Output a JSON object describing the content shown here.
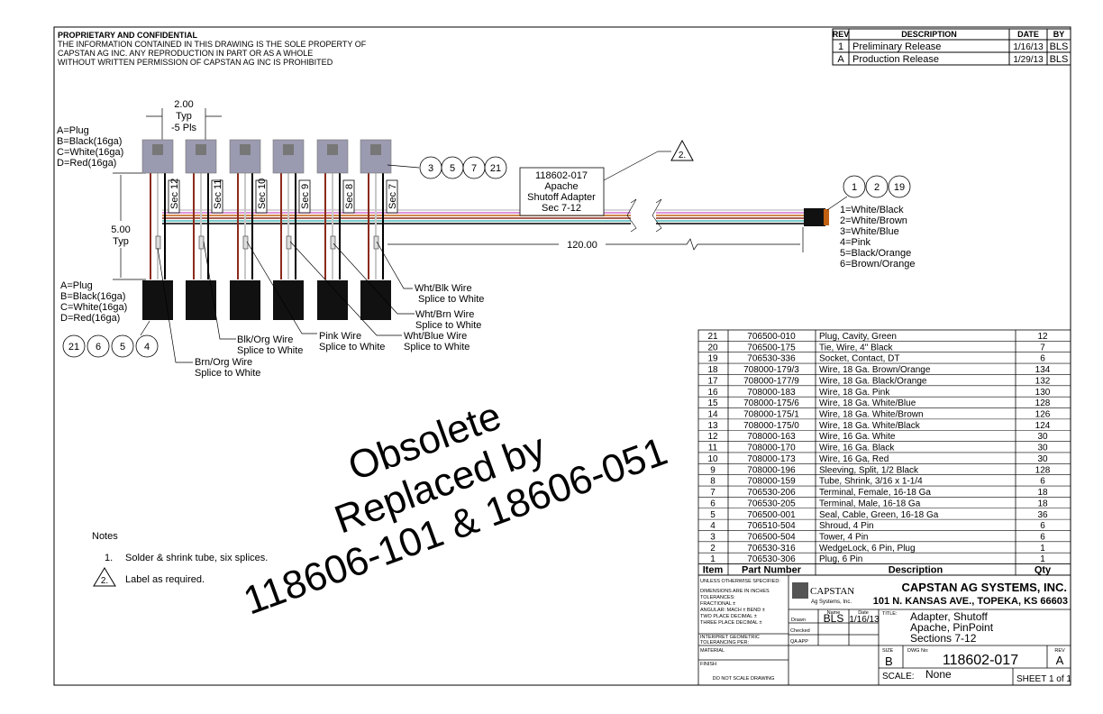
{
  "header": {
    "title": "PROPRIETARY AND CONFIDENTIAL",
    "lines": [
      "THE INFORMATION CONTAINED IN THIS DRAWING IS THE SOLE PROPERTY OF",
      "CAPSTAN AG INC. ANY REPRODUCTION IN PART OR AS A WHOLE",
      "WITHOUT WRITTEN PERMISSION OF CAPSTAN AG INC IS PROHIBITED"
    ]
  },
  "revisions": {
    "headers": [
      "REV",
      "DESCRIPTION",
      "DATE",
      "BY"
    ],
    "rows": [
      [
        "1",
        "Preliminary Release",
        "1/16/13",
        "BLS"
      ],
      [
        "A",
        "Production Release",
        "1/29/13",
        "BLS"
      ]
    ]
  },
  "diagram": {
    "dim_top": [
      "2.00",
      "Typ",
      "-5 Pls"
    ],
    "dim_side": [
      "5.00",
      "Typ"
    ],
    "top_legend": [
      "A=Plug",
      "B=Black(16ga)",
      "C=White(16ga)",
      "D=Red(16ga)"
    ],
    "bottom_legend": [
      "A=Plug",
      "B=Black(16ga)",
      "C=White(16ga)",
      "D=Red(16ga)"
    ],
    "sections": [
      "Sec 12",
      "Sec 11",
      "Sec 10",
      "Sec 9",
      "Sec 8",
      "Sec 7"
    ],
    "top_balloons": [
      "3",
      "5",
      "7",
      "21"
    ],
    "bottom_balloons": [
      "21",
      "6",
      "5",
      "4"
    ],
    "right_balloons": [
      "1",
      "2",
      "19"
    ],
    "label_note": "2.",
    "label_box": [
      "118602-017",
      "Apache",
      "Shutoff Adapter",
      "Sec 7-12"
    ],
    "length": "120.00",
    "pinout": [
      "1=White/Black",
      "2=White/Brown",
      "3=White/Blue",
      "4=Pink",
      "5=Black/Orange",
      "6=Brown/Orange"
    ],
    "callouts": [
      [
        "Wht/Blk Wire",
        "Splice to White"
      ],
      [
        "Wht/Brn Wire",
        "Splice to White"
      ],
      [
        "Wht/Blue Wire",
        "Splice to White"
      ],
      [
        "Pink Wire",
        "Splice to White"
      ],
      [
        "Blk/Org Wire",
        "Splice to White"
      ],
      [
        "Brn/Org Wire",
        "Splice to White"
      ]
    ],
    "colors": {
      "red": "#8b2a1a",
      "black": "#000000",
      "white": "#c8c8c8",
      "pink": "#d070d0",
      "blue": "#50b8b8",
      "orange": "#c06010",
      "connector": "#9a9ab0"
    }
  },
  "notes": {
    "title": "Notes",
    "items": [
      {
        "num": "1.",
        "text": "Solder & shrink tube, six splices."
      },
      {
        "num": "2.",
        "text": "Label as required."
      }
    ]
  },
  "bom": {
    "headers": [
      "Item",
      "Part Number",
      "Description",
      "Qty"
    ],
    "rows": [
      [
        "21",
        "706500-010",
        "Plug, Cavity, Green",
        "12"
      ],
      [
        "20",
        "706500-175",
        "Tie, Wire, 4\" Black",
        "7"
      ],
      [
        "19",
        "706530-336",
        "Socket, Contact, DT",
        "6"
      ],
      [
        "18",
        "708000-179/3",
        "Wire, 18 Ga. Brown/Orange",
        "134"
      ],
      [
        "17",
        "708000-177/9",
        "Wire, 18 Ga. Black/Orange",
        "132"
      ],
      [
        "16",
        "708000-183",
        "Wire, 18 Ga. Pink",
        "130"
      ],
      [
        "15",
        "708000-175/6",
        "Wire, 18 Ga. White/Blue",
        "128"
      ],
      [
        "14",
        "708000-175/1",
        "Wire, 18 Ga. White/Brown",
        "126"
      ],
      [
        "13",
        "708000-175/0",
        "Wire, 18 Ga. White/Black",
        "124"
      ],
      [
        "12",
        "708000-163",
        "Wire, 16 Ga. White",
        "30"
      ],
      [
        "11",
        "708000-170",
        "Wire, 16 Ga. Black",
        "30"
      ],
      [
        "10",
        "708000-173",
        "Wire, 16 Ga, Red",
        "30"
      ],
      [
        "9",
        "708000-196",
        "Sleeving, Split, 1/2 Black",
        "128"
      ],
      [
        "8",
        "708000-159",
        "Tube, Shrink, 3/16 x 1-1/4",
        "6"
      ],
      [
        "7",
        "706530-206",
        "Terminal, Female, 16-18 Ga",
        "18"
      ],
      [
        "6",
        "706530-205",
        "Terminal, Male, 16-18 Ga",
        "18"
      ],
      [
        "5",
        "706500-001",
        "Seal, Cable, Green, 16-18 Ga",
        "36"
      ],
      [
        "4",
        "706510-504",
        "Shroud, 4 Pin",
        "6"
      ],
      [
        "3",
        "706500-504",
        "Tower, 4 Pin",
        "6"
      ],
      [
        "2",
        "706530-316",
        "WedgeLock, 6 Pin, Plug",
        "1"
      ],
      [
        "1",
        "706530-306",
        "Plug, 6 Pin",
        "1"
      ]
    ]
  },
  "title_block": {
    "tolerances": [
      "UNLESS OTHERWISE SPECIFIED:",
      "DIMENSIONS ARE IN INCHES",
      "TOLERANCES:",
      "FRACTIONAL ±",
      "ANGULAR: MACH ±   BEND ±",
      "TWO PLACE DECIMAL   ±",
      "THREE PLACE DECIMAL  ±",
      "INTERPRET GEOMETRIC",
      "TOLERANCING PER:",
      "MATERIAL",
      "FINISH",
      "DO NOT SCALE DRAWING"
    ],
    "logo": "CAPSTAN",
    "logo_sub": "Ag Systems, Inc.",
    "company": "CAPSTAN AG SYSTEMS, INC.",
    "address": "101 N. KANSAS AVE., TOPEKA, KS 66603",
    "name_label": "Name",
    "date_label": "Date",
    "drawn_label": "Drawn",
    "checked_label": "Checked",
    "qa_label": "QA APP",
    "drawn_by": "BLS",
    "drawn_date": "1/16/13",
    "title_label": "TITLE:",
    "title": [
      "Adapter, Shutoff",
      "Apache, PinPoint",
      "Sections 7-12"
    ],
    "size_label": "SIZE",
    "size": "B",
    "dwg_label": "DWG No:",
    "dwg_no": "118602-017",
    "rev_label": "REV",
    "rev": "A",
    "scale_label": "SCALE:",
    "scale": "None",
    "sheet": "SHEET 1 of 1"
  },
  "watermark": [
    "Obsolete",
    "Replaced by",
    "118606-101 & 18606-051"
  ]
}
